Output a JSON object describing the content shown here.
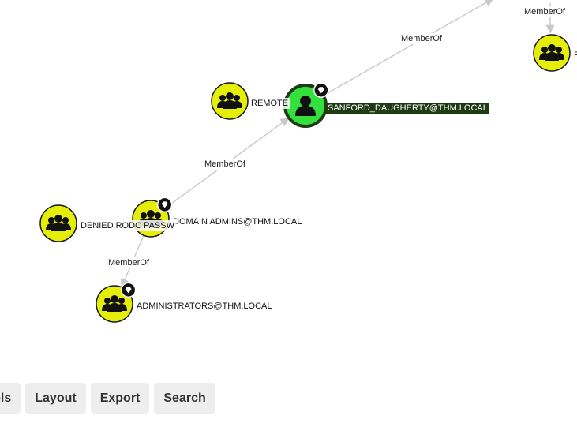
{
  "colors": {
    "group_fill": "#e5ee0a",
    "group_stroke": "#1a1a1a",
    "user_fill": "#34e03c",
    "user_stroke": "#1f3b14",
    "edge": "#c8c8c8",
    "selected_label_bg": "#1f3b14",
    "button_bg": "#eeeeee"
  },
  "graph": {
    "nodes": [
      {
        "id": "sanford",
        "kind": "user",
        "icon": "user-icon",
        "badge": true,
        "selected": true,
        "label": "SANFORD_DAUGHERTY@THM.LOCAL"
      },
      {
        "id": "remote",
        "kind": "group",
        "icon": "group-icon",
        "badge": false,
        "label": "REMOTE"
      },
      {
        "id": "domain_admins",
        "kind": "group",
        "icon": "group-icon",
        "badge": true,
        "label": "DOMAIN ADMINS@THM.LOCAL"
      },
      {
        "id": "denied_rodc",
        "kind": "group",
        "icon": "group-icon",
        "badge": false,
        "label": "DENIED RODC PASSW"
      },
      {
        "id": "administrators",
        "kind": "group",
        "icon": "group-icon",
        "badge": true,
        "label": "ADMINISTRATORS@THM.LOCAL"
      },
      {
        "id": "top_right",
        "kind": "group",
        "icon": "group-icon",
        "badge": false,
        "label": "F"
      }
    ],
    "edges": [
      {
        "from": "domain_admins",
        "to": "sanford",
        "label": "MemberOf"
      },
      {
        "from": "sanford",
        "to": "offscreen",
        "label": "MemberOf"
      },
      {
        "from": "offscreen",
        "to": "top_right",
        "label": "MemberOf"
      },
      {
        "from": "domain_admins",
        "to": "administrators",
        "label": "MemberOf"
      }
    ]
  },
  "toolbar": {
    "labels_label": "els",
    "layout_label": "Layout",
    "export_label": "Export",
    "search_label": "Search"
  }
}
